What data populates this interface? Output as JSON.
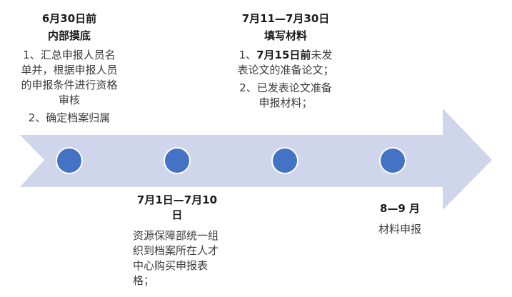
{
  "colors": {
    "arrow_fill": "#cfd5ea",
    "node_fill": "#4472c4",
    "node_stroke": "#ffffff",
    "text": "#3c3c3c"
  },
  "stages": [
    {
      "date": "6月30日前",
      "title": "内部摸底",
      "items": [
        {
          "bold": "",
          "text": "1、汇总申报人员名单并，根据申报人员的申报条件进行资格审核"
        },
        {
          "bold": "",
          "text": "2、确定档案归属"
        }
      ]
    },
    {
      "date": "7月1日—7月10日",
      "title": "",
      "items": [
        {
          "bold": "",
          "text": "资源保障部统一组织到档案所在人才中心购买申报表格；"
        }
      ]
    },
    {
      "date": "7月11—7月30日",
      "title": "填写材料",
      "items": [
        {
          "bold": "",
          "text": "1、"
        },
        {
          "bold": "7月15日前",
          "text": "未发  表论文的准备论文；"
        },
        {
          "bold": "",
          "text": "2、已发表论文准备申报材料；"
        }
      ]
    },
    {
      "date": "8—9 月",
      "title": "",
      "items": [
        {
          "bold": "",
          "text": "材料申报"
        }
      ]
    }
  ]
}
